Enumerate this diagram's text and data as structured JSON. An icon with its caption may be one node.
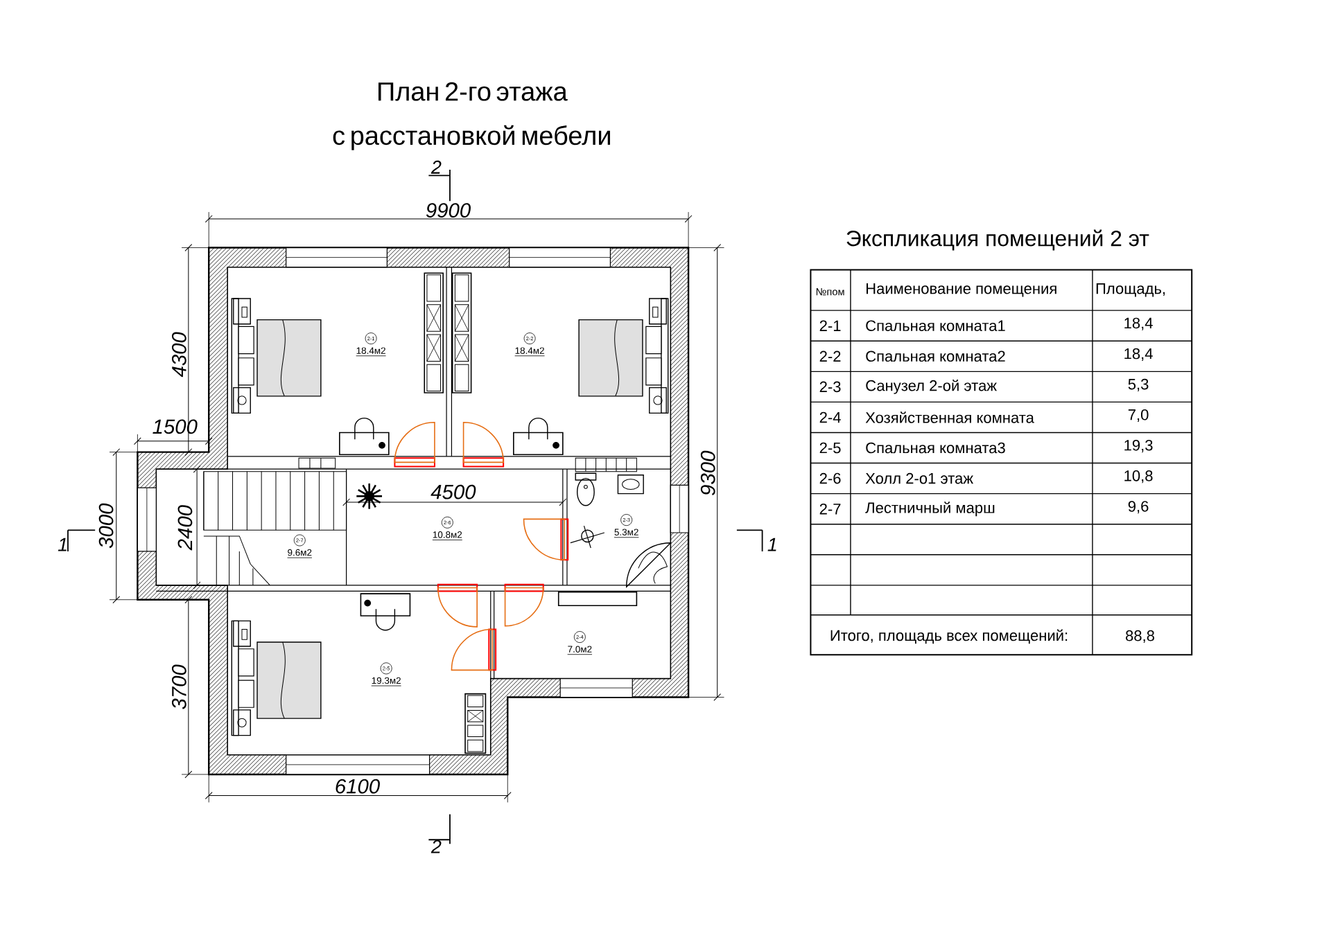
{
  "diagram": {
    "title": "План 2-го этажа с расстановкой мебели",
    "labels": [
      "2",
      "9900",
      "Экспликация помещений 2 эт",
      "4300",
      "1500",
      "4500",
      "3000",
      "2400",
      "1",
      "1",
      "9300",
      "3700",
      "6100",
      "2",
      "2-1",
      "18.4м2",
      "2-2",
      "18.4м2",
      "2-7",
      "9.6м2",
      "2-6",
      "10.8м2",
      "2-3",
      "5.3м2",
      "2-5",
      "19.3м2",
      "2-4",
      "7.0м2",
      "№пом",
      "Наименование помещения",
      "Площадь,",
      "2-1",
      "Спальная комната1",
      "18,4",
      "2-2",
      "Спальная комната2",
      "18,4",
      "2-3",
      "Санузел 2-ой этаж",
      "5,3",
      "2-4",
      "Хозяйственная комната",
      "7,0",
      "2-5",
      "Спальная комната3",
      "19,3",
      "2-6",
      "Холл 2-о1 этаж",
      "10,8",
      "2-7",
      "Лестничный марш",
      "9,6",
      "Итого, площадь всех помещений:",
      "88,8"
    ]
  }
}
